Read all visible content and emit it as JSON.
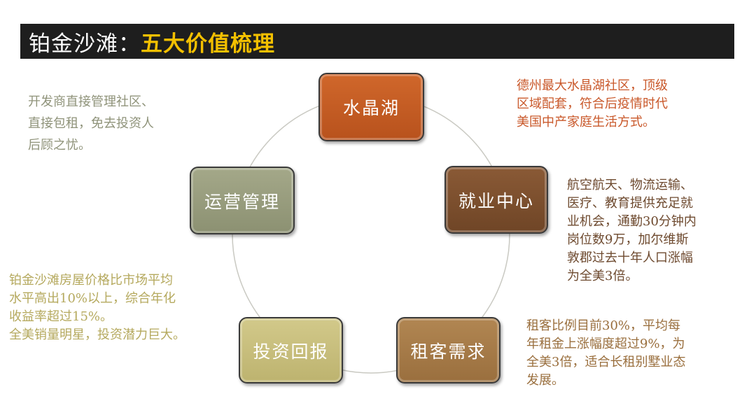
{
  "title": {
    "main": "铂金沙滩：",
    "sub": "五大价值梳理"
  },
  "nodes": [
    {
      "label": "水晶湖",
      "color": "#c45e24"
    },
    {
      "label": "就业中心",
      "color": "#7d4f2e"
    },
    {
      "label": "租客需求",
      "color": "#a67b48"
    },
    {
      "label": "投资回报",
      "color": "#c8be7c"
    },
    {
      "label": "运营管理",
      "color": "#989d7e"
    }
  ],
  "descriptions": [
    {
      "lines": [
        "德州最大水晶湖社区，顶级",
        "区域配套，符合后疫情时代",
        "美国中产家庭生活方式。"
      ]
    },
    {
      "lines": [
        "航空航天、物流运输、",
        "医疗、教育提供充足就",
        "业机会，通勤30分钟内",
        "岗位数9万，加尔维斯",
        "敦郡过去十年人口涨幅",
        "为全美3倍。"
      ]
    },
    {
      "lines": [
        "租客比例目前30%，平均每",
        "年租金上涨幅度超过9%，为",
        "全美3倍，适合长租别墅业态",
        "发展。"
      ]
    },
    {
      "lines": [
        "铂金沙滩房屋价格比市场平均",
        "水平高出10%以上，综合年化",
        "收益率超过15%。",
        "全美销量明星，投资潜力巨大。"
      ]
    },
    {
      "lines": [
        "开发商直接管理社区、",
        "直接包租，免去投资人",
        "后顾之忧。"
      ]
    }
  ]
}
